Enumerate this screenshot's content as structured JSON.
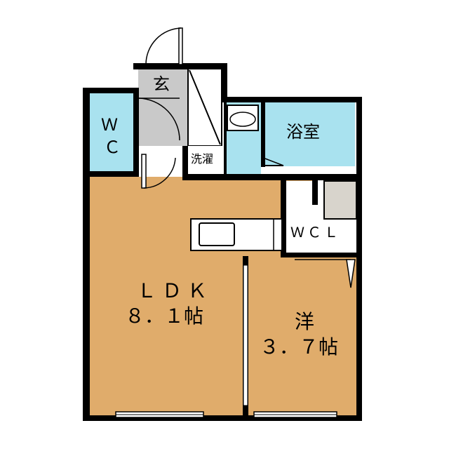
{
  "rooms": {
    "ldk": {
      "name": "ＬＤＫ",
      "size": "８．１帖"
    },
    "western": {
      "name": "洋",
      "size": "３．７帖"
    },
    "bath": {
      "name": "浴室"
    },
    "wc": {
      "line1": "Ｗ",
      "line2": "Ｃ"
    },
    "entrance": {
      "name": "玄"
    },
    "laundry": {
      "name": "洗濯"
    },
    "wcl": {
      "name": "ＷＣＬ"
    }
  },
  "colors": {
    "floor_wood": "#e0ac6b",
    "wet_area": "#a9e2ef",
    "tile_gray": "#c9c9c9",
    "closet": "#d8d4cc",
    "wall": "#000000"
  }
}
